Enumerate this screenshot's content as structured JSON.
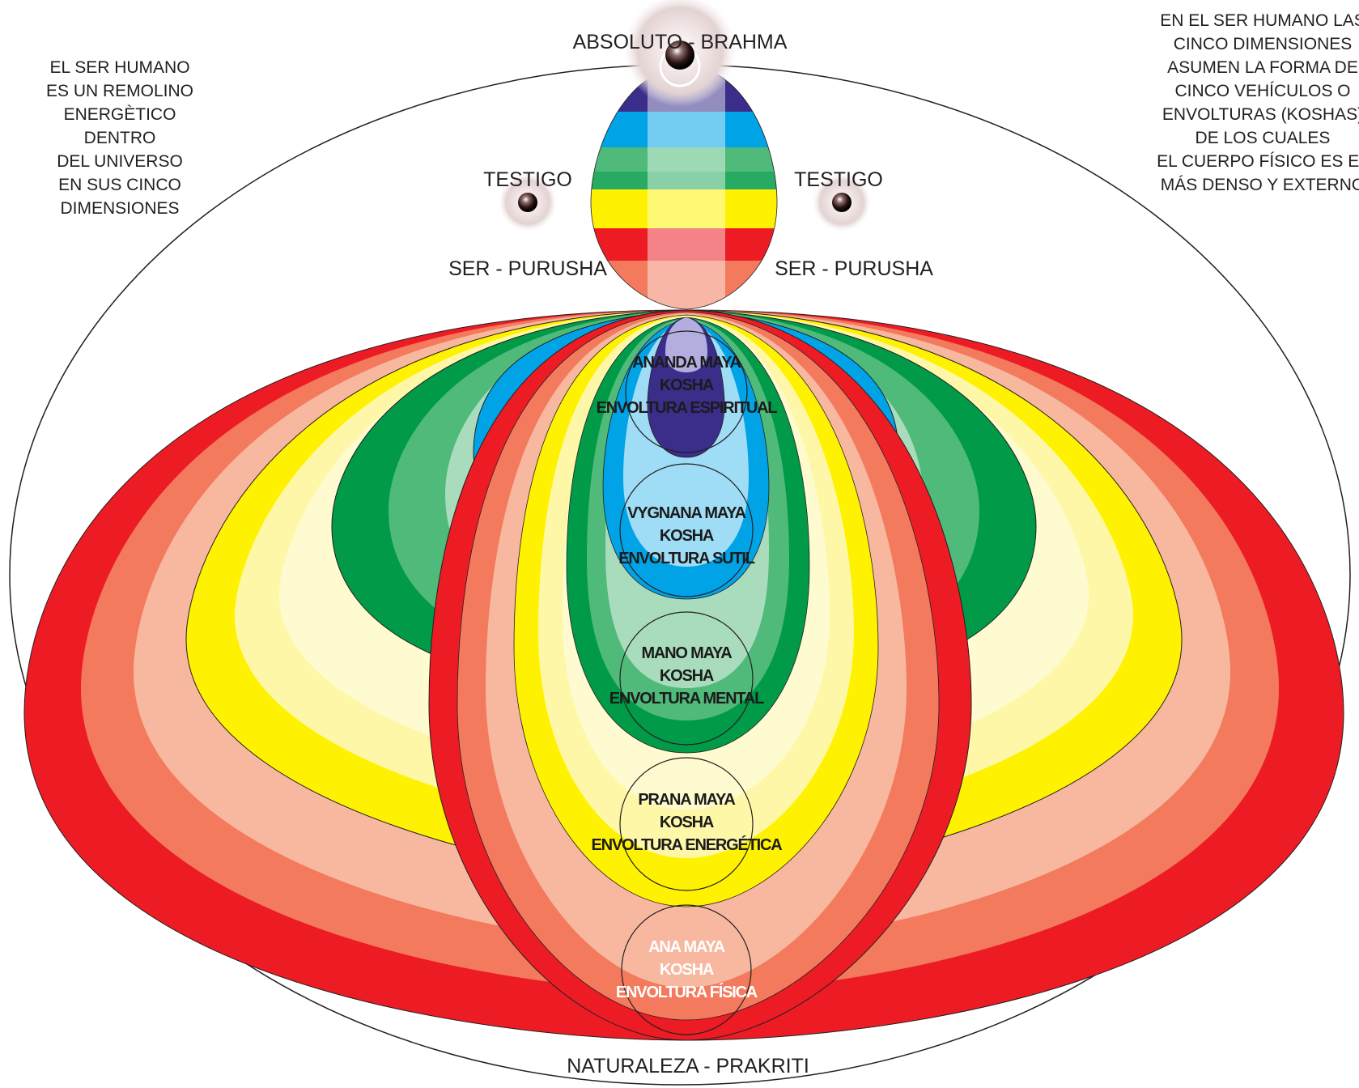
{
  "left_text": [
    "EL SER HUMANO",
    "ES UN REMOLINO",
    "ENERGÈTICO",
    "DENTRO",
    "DEL UNIVERSO",
    "EN SUS CINCO",
    "DIMENSIONES"
  ],
  "right_text": [
    "EN  EL SER HUMANO LAS",
    "CINCO DIMENSIONES",
    "ASUMEN LA FORMA DE",
    "CINCO VEHÍCULOS O",
    "ENVOLTURAS (KOSHAS)",
    "DE LOS CUALES",
    "EL CUERPO FÍSICO ES EL",
    "MÁS DENSO Y EXTERNO"
  ],
  "top_label": "ABSOLUTO - BRAHMA",
  "witness": {
    "left_testigo": "TESTIGO",
    "right_testigo": "TESTIGO",
    "left_purusha": "SER - PURUSHA",
    "right_purusha": "SER - PURUSHA"
  },
  "bottom_label": "NATURALEZA - PRAKRITI",
  "koshas": [
    {
      "name": "ANANDA MAYA",
      "kosha": "KOSHA",
      "envelope": "ENVOLTURA ESPIRITUAL"
    },
    {
      "name": "VYGNANA MAYA",
      "kosha": "KOSHA",
      "envelope": "ENVOLTURA SUTIL"
    },
    {
      "name": "MANO MAYA",
      "kosha": "KOSHA",
      "envelope": "ENVOLTURA MENTAL"
    },
    {
      "name": "PRANA MAYA",
      "kosha": "KOSHA",
      "envelope": "ENVOLTURA ENERGÉTICA"
    },
    {
      "name": "ANA MAYA",
      "kosha": "KOSHA",
      "envelope": "ENVOLTURA FÍSICA"
    }
  ],
  "colors": {
    "red": "#ed1c24",
    "salmon": "#f37a5d",
    "peach": "#f8b8a0",
    "yellow": "#fff200",
    "pale_yellow": "#fff7a8",
    "cream": "#fffbd0",
    "green": "#009a48",
    "mid_green": "#4fba7a",
    "light_green": "#a9dcbd",
    "blue": "#00a3e6",
    "light_blue": "#9fdcf6",
    "indigo": "#3a2e8a",
    "lavender": "#b4aee0"
  }
}
